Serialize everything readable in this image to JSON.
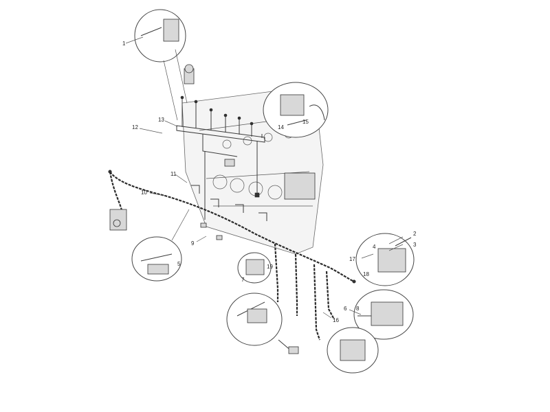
{
  "parts": [
    {
      "id": "1",
      "label": "1"
    },
    {
      "id": "2",
      "label": "2"
    },
    {
      "id": "3",
      "label": "3"
    },
    {
      "id": "4",
      "label": "4"
    },
    {
      "id": "5",
      "label": "5"
    },
    {
      "id": "6",
      "label": "6"
    },
    {
      "id": "7",
      "label": "7"
    },
    {
      "id": "8",
      "label": "8"
    },
    {
      "id": "9",
      "label": "9"
    },
    {
      "id": "10",
      "label": "10"
    },
    {
      "id": "11",
      "label": "11"
    },
    {
      "id": "12",
      "label": "12"
    },
    {
      "id": "13",
      "label": "13"
    },
    {
      "id": "14",
      "label": "14"
    },
    {
      "id": "15",
      "label": "15"
    },
    {
      "id": "16",
      "label": "16"
    },
    {
      "id": "17",
      "label": "17"
    },
    {
      "id": "18",
      "label": "18"
    },
    {
      "id": "19",
      "label": "19"
    }
  ],
  "colors": {
    "line": "#333333",
    "background": "#ffffff"
  }
}
